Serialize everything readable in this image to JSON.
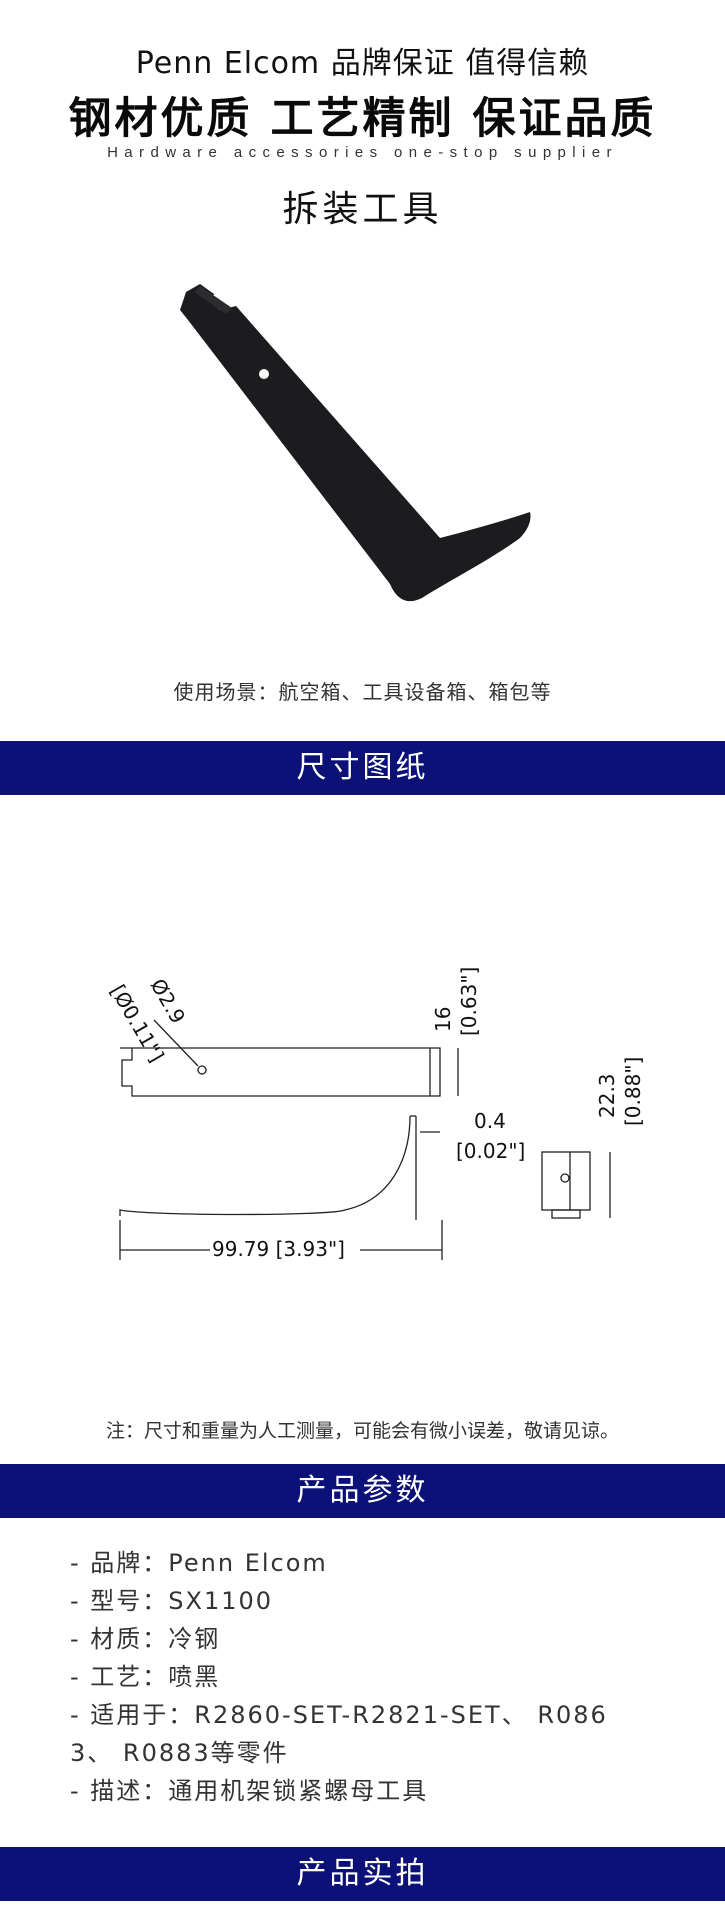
{
  "header": {
    "brand_line": "Penn Elcom  品牌保证 值得信赖",
    "slogan": "钢材优质  工艺精制  保证品质",
    "english_tagline": "Hardware accessories one-stop supplier",
    "product_title": "拆装工具"
  },
  "usage_scene": "使用场景：航空箱、工具设备箱、箱包等",
  "sections": {
    "drawing": "尺寸图纸",
    "params": "产品参数",
    "photos": "产品实拍"
  },
  "drawing_labels": {
    "hole_dia": "Ø2.9",
    "hole_dia_in": "[Ø0.11\"]",
    "height": "16",
    "height_in": "[0.63\"]",
    "thickness": "0.4",
    "thickness_in": "[0.02\"]",
    "length": "99.79 [3.93\"]",
    "side_height": "22.3",
    "side_height_in": "[0.88\"]"
  },
  "note": "注：尺寸和重量为人工测量，可能会有微小误差，敬请见谅。",
  "params": {
    "brand": "- 品牌：Penn Elcom",
    "model": "- 型号：SX1100",
    "material": "- 材质：冷钢",
    "process": "- 工艺：喷黑",
    "fits_1": "- 适用于：R2860-SET-R2821-SET、 R086",
    "fits_2": "3、 R0883等零件",
    "description": "- 描述：通用机架锁紧螺母工具"
  },
  "colors": {
    "banner": "#0c1178",
    "tool": "#1c1c1e"
  }
}
